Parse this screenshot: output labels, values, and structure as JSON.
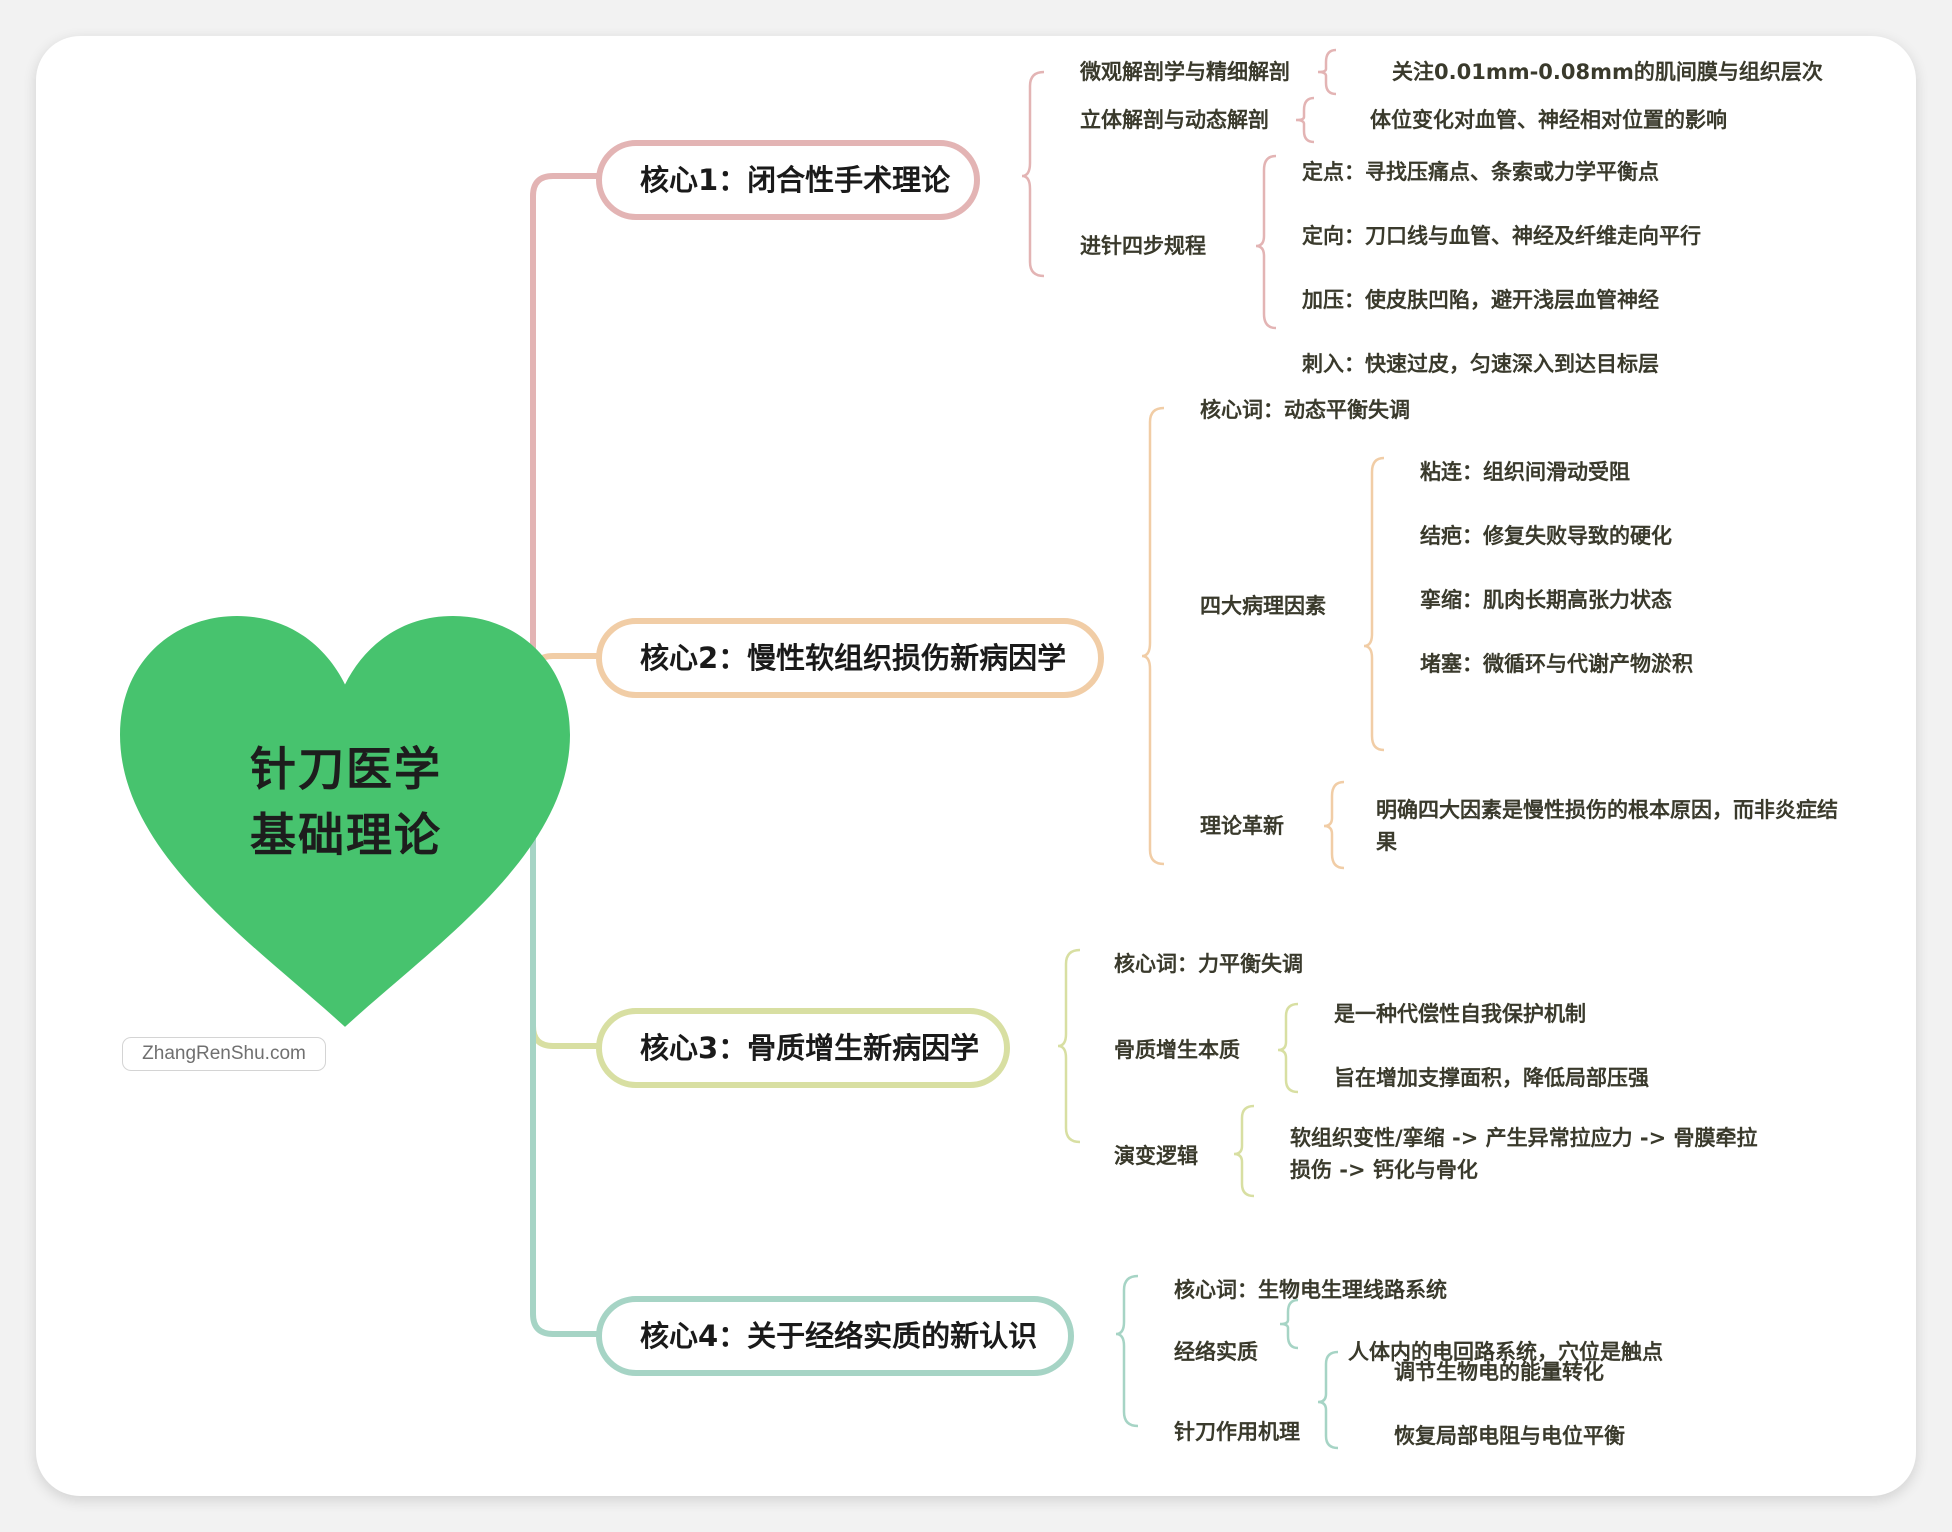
{
  "root": {
    "title_line1": "针刀医学",
    "title_line2": "基础理论",
    "heart_color": "#47c36e"
  },
  "watermark": "ZhangRenShu.com",
  "branches": [
    {
      "label": "核心1：闭合性手术理论",
      "color": "#e3b4b4",
      "items": [
        {
          "label": "微观解剖学与精细解剖",
          "children": [
            "关注0.01mm-0.08mm的肌间膜与组织层次"
          ]
        },
        {
          "label": "立体解剖与动态解剖",
          "children": [
            "体位变化对血管、神经相对位置的影响"
          ]
        },
        {
          "label": "进针四步规程",
          "children": [
            "定点：寻找压痛点、条索或力学平衡点",
            "定向：刀口线与血管、神经及纤维走向平行",
            "加压：使皮肤凹陷，避开浅层血管神经",
            "刺入：快速过皮，匀速深入到达目标层"
          ]
        }
      ]
    },
    {
      "label": "核心2：慢性软组织损伤新病因学",
      "color": "#f1cda6",
      "items": [
        {
          "label": "核心词：动态平衡失调",
          "children": []
        },
        {
          "label": "四大病理因素",
          "children": [
            "粘连：组织间滑动受阻",
            "结疤：修复失败导致的硬化",
            "挛缩：肌肉长期高张力状态",
            "堵塞：微循环与代谢产物淤积"
          ]
        },
        {
          "label": "理论革新",
          "children": [
            "明确四大因素是慢性损伤的根本原因，而非炎症结果"
          ]
        }
      ]
    },
    {
      "label": "核心3：骨质增生新病因学",
      "color": "#d8dfa2",
      "items": [
        {
          "label": "核心词：力平衡失调",
          "children": []
        },
        {
          "label": "骨质增生本质",
          "children": [
            "是一种代偿性自我保护机制",
            "旨在增加支撑面积，降低局部压强"
          ]
        },
        {
          "label": "演变逻辑",
          "children": [
            "软组织变性/挛缩 -> 产生异常拉应力 -> 骨膜牵拉损伤 -> 钙化与骨化"
          ]
        }
      ]
    },
    {
      "label": "核心4：关于经络实质的新认识",
      "color": "#a6d4c5",
      "items": [
        {
          "label": "核心词：生物电生理线路系统",
          "children": []
        },
        {
          "label": "经络实质",
          "children": [
            "人体内的电回路系统，穴位是触点"
          ]
        },
        {
          "label": "针刀作用机理",
          "children": [
            "调节生物电的能量转化",
            "恢复局部电阻与电位平衡"
          ]
        }
      ]
    }
  ]
}
